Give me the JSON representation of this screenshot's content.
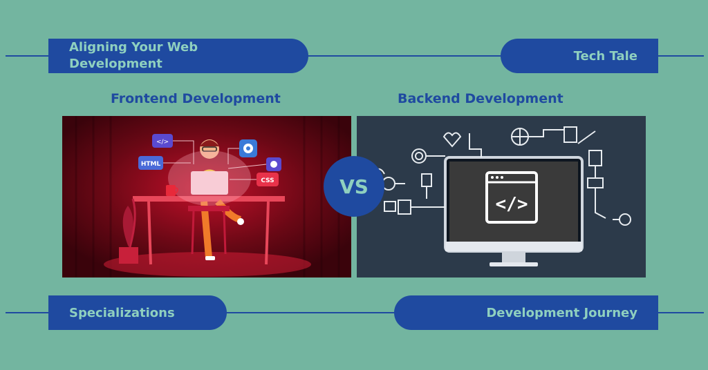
{
  "top_left": {
    "title_line1": "Aligning Your Web",
    "title_line2": "Development"
  },
  "top_right": {
    "label": "Tech Tale"
  },
  "headings": {
    "frontend": "Frontend Development",
    "backend": "Backend Development"
  },
  "vs_label": "VS",
  "frontend_icons": {
    "code": "</>",
    "html": "HTML",
    "css": "CSS"
  },
  "bottom_left": {
    "label": "Specializations"
  },
  "bottom_right": {
    "label": "Development Journey"
  },
  "colors": {
    "background": "#73b5a0",
    "accent": "#1f4aa0",
    "pill_text": "#8fd0bf"
  }
}
